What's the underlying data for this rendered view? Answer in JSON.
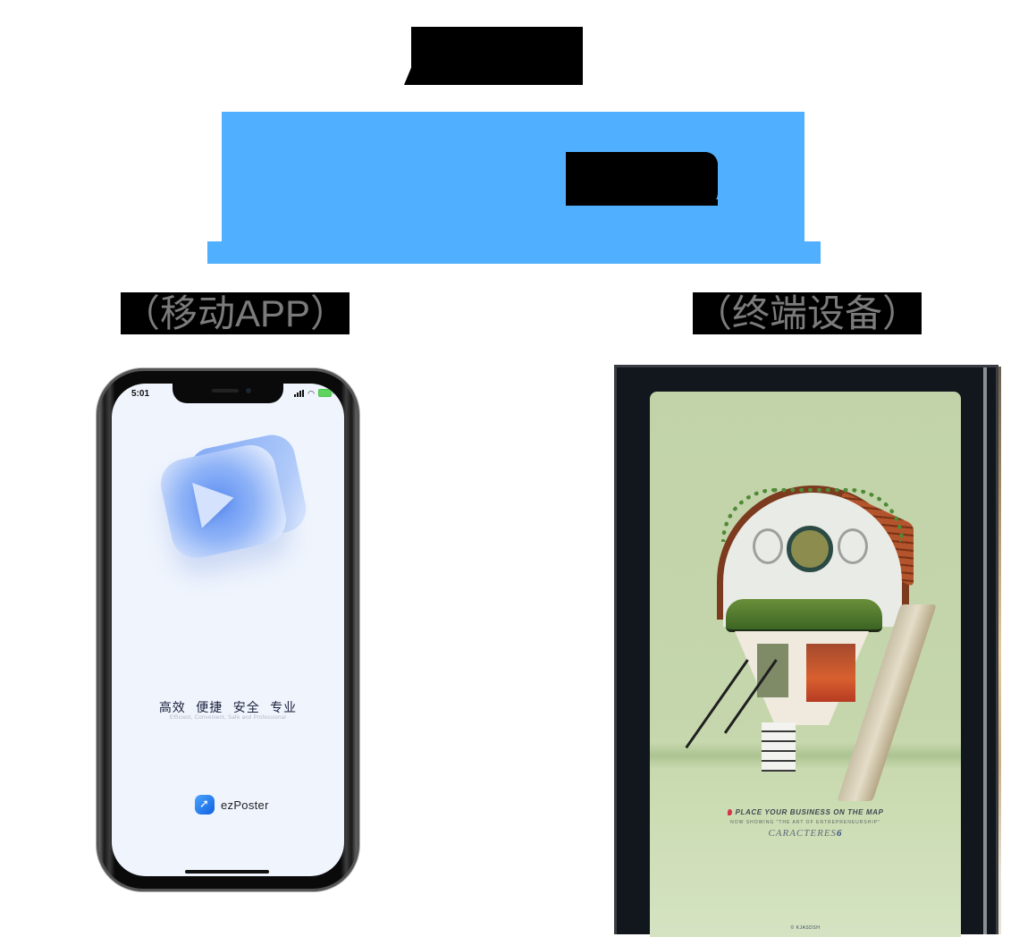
{
  "banner": {
    "color": "#51afff"
  },
  "labels": {
    "mobile": "（移动APP）",
    "terminal": "（终端设备）"
  },
  "phone": {
    "status_time": "5:01",
    "slogan_cn": "高效 便捷 安全 专业",
    "slogan_en": "Efficient, Convenient, Safe and Professional",
    "brand_name": "ezPoster",
    "icons": [
      "play-icon",
      "signal-icon",
      "wifi-icon",
      "battery-icon",
      "ezposter-logo-icon"
    ]
  },
  "terminal": {
    "poster_headline": "PLACE YOUR BUSINESS ON THE MAP",
    "poster_subline": "NOW SHOWING \"THE ART OF ENTREPRENEURSHIP\"",
    "poster_logo": "CARACTERES",
    "poster_logo_number": "6",
    "poster_footer": "© KJASDSH",
    "screen_color": "#c4d5ab"
  }
}
